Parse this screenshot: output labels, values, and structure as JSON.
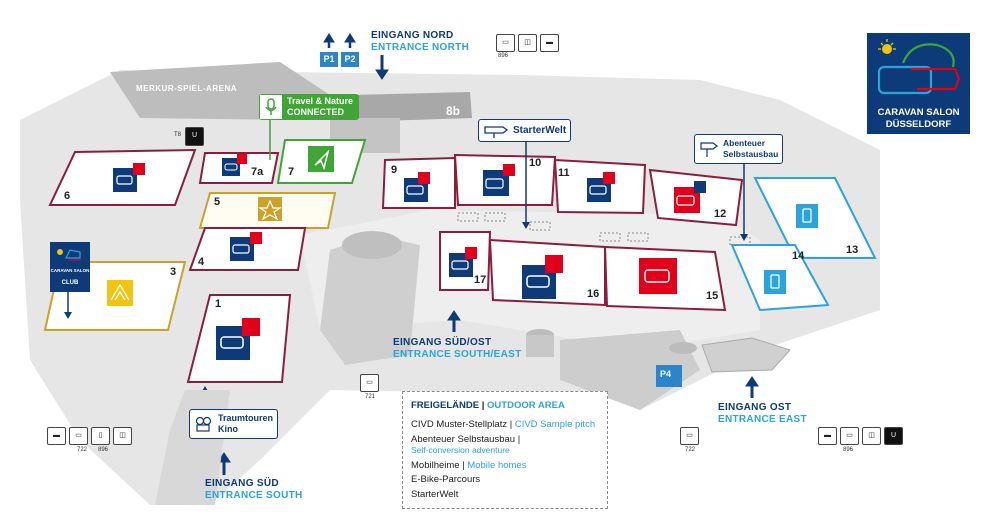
{
  "map": {
    "arena_label": "MERKUR-SPIEL-ARENA",
    "building_8b": "8b",
    "entrances": {
      "north": {
        "de": "EINGANG NORD",
        "en": "ENTRANCE NORTH"
      },
      "south_east": {
        "de": "EINGANG SÜD/OST",
        "en": "ENTRANCE SOUTH/EAST"
      },
      "south": {
        "de": "EINGANG SÜD",
        "en": "ENTRANCE SOUTH"
      },
      "east": {
        "de": "EINGANG OST",
        "en": "ENTRANCE EAST"
      }
    },
    "parking": {
      "p1": "P1",
      "p2": "P2",
      "p4": "P4"
    },
    "halls": {
      "h1": "1",
      "h3": "3",
      "h4": "4",
      "h5": "5",
      "h6": "6",
      "h7": "7",
      "h7a": "7a",
      "h9": "9",
      "h10": "10",
      "h11": "11",
      "h12": "12",
      "h13": "13",
      "h14": "14",
      "h15": "15",
      "h16": "16",
      "h17": "17"
    },
    "signs": {
      "travel_nature_line1": "Travel & Nature",
      "travel_nature_line2": "CONNECTED",
      "starterwelt": "StarterWelt",
      "abenteuer_line1": "Abenteuer",
      "abenteuer_line2": "Selbstausbau",
      "traumtouren_line1": "Traumtouren",
      "traumtouren_line2": "Kino"
    },
    "club_badge": {
      "line1": "CARAVAN SALON",
      "line2": "CLUB"
    },
    "logo": {
      "line1": "CARAVAN SALON",
      "line2": "DÜSSELDORF"
    },
    "facility_numbers": {
      "north": "896",
      "southwest_a": "722",
      "southwest_b": "896",
      "center": "721",
      "east_a": "722",
      "east_b": "896",
      "t8": "T8"
    },
    "legend": {
      "title_de": "FREIGELÄNDE",
      "title_en": "OUTDOOR AREA",
      "separator": "|",
      "items": [
        {
          "de": "CIVD Muster-Stellplatz",
          "en": "CIVD Sample pitch"
        },
        {
          "de": "Abenteuer Selbstausbau",
          "en": "Self-conversion adventure"
        },
        {
          "de": "Mobilheime",
          "en": "Mobile homes"
        },
        {
          "de": "E-Bike-Parcours",
          "en": ""
        },
        {
          "de": "StarterWelt",
          "en": ""
        }
      ]
    },
    "colors": {
      "hall_border": "#8c1d3c",
      "hall_fill": "#ffffff",
      "icon_navy": "#0d3a78",
      "icon_red": "#e2001a",
      "outdoor_yellow": "#c9a227",
      "travel_green": "#3fa535",
      "cyan": "#2aa4d9",
      "ground": "#e6e6e6"
    }
  }
}
